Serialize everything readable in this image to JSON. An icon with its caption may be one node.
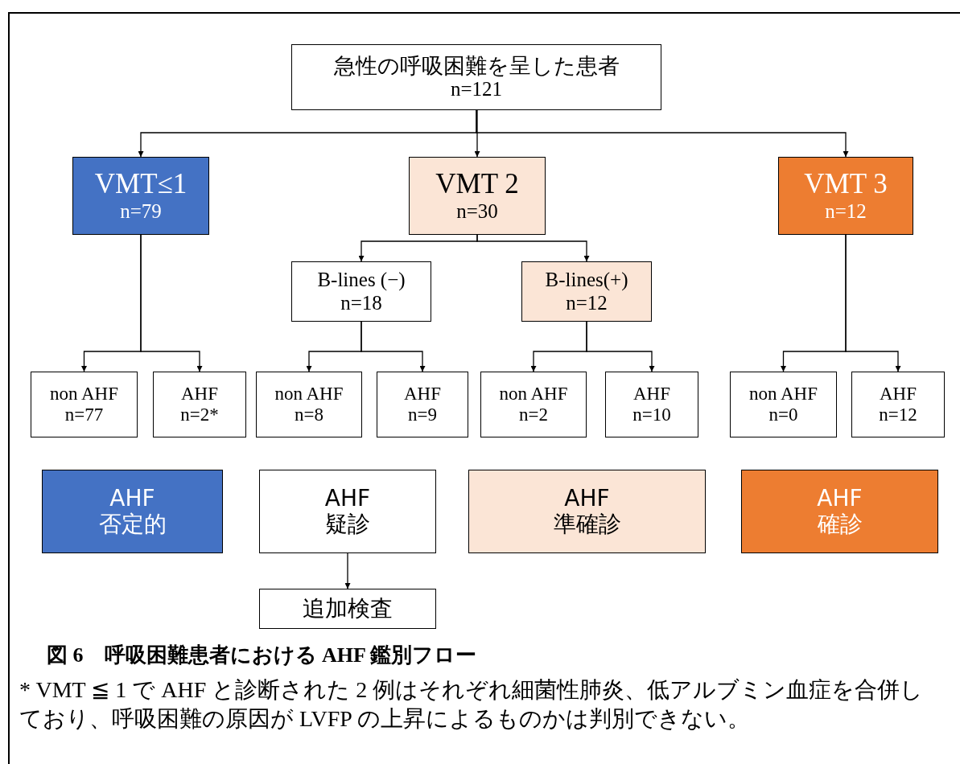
{
  "diagram": {
    "title": "図 6　呼吸困難患者における AHF 鑑別フロー",
    "caption": "* VMT ≦ 1 で AHF と診断された 2 例はそれぞれ細菌性肺炎、低アルブミン血症を合併しており、呼吸困難の原因が LVFP の上昇によるものかは判別できない。",
    "nodes": [
      {
        "text": [
          "急性の呼吸困難を呈した患者",
          "n=121"
        ]
      },
      {
        "text": [
          "VMT≤1",
          "n=79"
        ]
      },
      {
        "text": [
          "VMT 2",
          "n=30"
        ]
      },
      {
        "text": [
          "VMT 3",
          "n=12"
        ]
      },
      {
        "text": [
          "B-lines (−)",
          "n=18"
        ]
      },
      {
        "text": [
          "B-lines(+)",
          "n=12"
        ]
      },
      {
        "text": [
          "non AHF",
          "n=77"
        ]
      },
      {
        "text": [
          "AHF",
          "n=2*"
        ]
      },
      {
        "text": [
          "non AHF",
          "n=8"
        ]
      },
      {
        "text": [
          "AHF",
          "n=9"
        ]
      },
      {
        "text": [
          "non AHF",
          "n=2"
        ]
      },
      {
        "text": [
          "AHF",
          "n=10"
        ]
      },
      {
        "text": [
          "non AHF",
          "n=0"
        ]
      },
      {
        "text": [
          "AHF",
          "n=12"
        ]
      },
      {
        "text": [
          "AHF",
          "否定的"
        ]
      },
      {
        "text": [
          "AHF",
          "疑診"
        ]
      },
      {
        "text": [
          "AHF",
          "準確診"
        ]
      },
      {
        "text": [
          "AHF",
          "確診"
        ]
      },
      {
        "text": [
          "追加検査"
        ]
      }
    ],
    "edges": [
      {
        "from": 0,
        "to": 1,
        "arrow": "to"
      },
      {
        "from": 0,
        "to": 2,
        "arrow": "to"
      },
      {
        "from": 0,
        "to": 3,
        "arrow": "to"
      },
      {
        "from": 2,
        "to": 4,
        "arrow": "to"
      },
      {
        "from": 2,
        "to": 5,
        "arrow": "to"
      },
      {
        "from": 1,
        "to": 6,
        "arrow": "to"
      },
      {
        "from": 1,
        "to": 7,
        "arrow": "to"
      },
      {
        "from": 4,
        "to": 8,
        "arrow": "to"
      },
      {
        "from": 4,
        "to": 9,
        "arrow": "to"
      },
      {
        "from": 5,
        "to": 10,
        "arrow": "to"
      },
      {
        "from": 5,
        "to": 11,
        "arrow": "to"
      },
      {
        "from": 3,
        "to": 12,
        "arrow": "to"
      },
      {
        "from": 3,
        "to": 13,
        "arrow": "to"
      },
      {
        "from": 15,
        "to": 18,
        "arrow": "to"
      }
    ]
  }
}
